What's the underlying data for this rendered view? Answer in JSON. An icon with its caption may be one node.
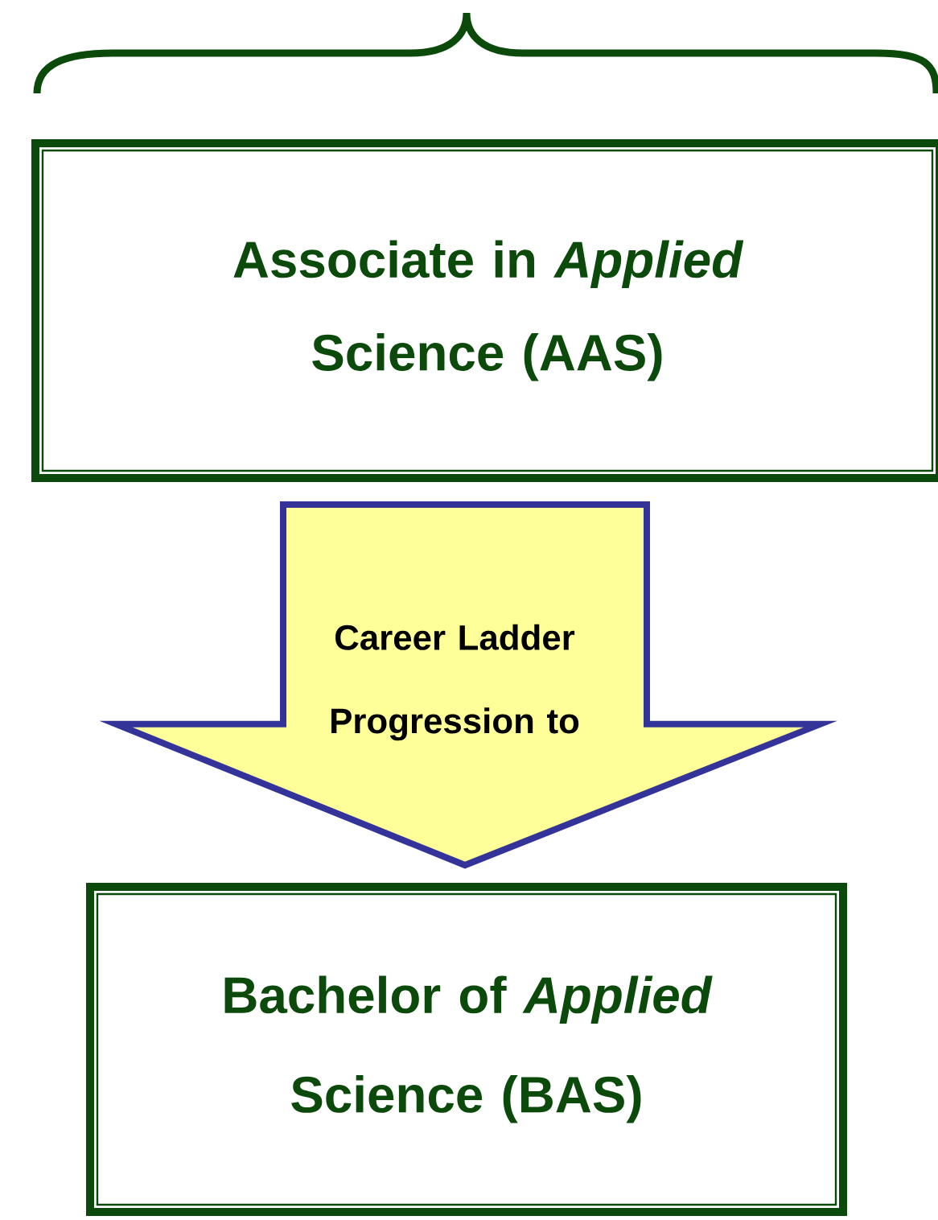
{
  "diagram": {
    "nodes": [
      {
        "text": [
          "Associate in *Applied* Science (AAS)"
        ]
      },
      {
        "text": [
          "Bachelor of *Applied* Science (BAS)"
        ]
      }
    ],
    "edges": [
      {
        "from": 0,
        "to": 1,
        "arrow": "to",
        "label": "Career Ladder Progression to"
      }
    ]
  }
}
